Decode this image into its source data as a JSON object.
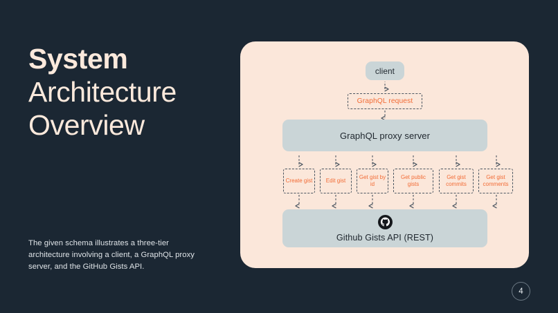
{
  "slide": {
    "background_color": "#1b2733",
    "page_number": "4"
  },
  "heading": {
    "line1": "System",
    "line2": "Architecture",
    "line3": "Overview"
  },
  "description": "The given schema illustrates a three-tier architecture involving a client, a GraphQL proxy server, and the GitHub Gists API.",
  "diagram": {
    "panel_color": "#fbe7da",
    "node_color": "#cad5d7",
    "accent_color": "#f26b35",
    "client": {
      "label": "client"
    },
    "request": {
      "label": "GraphQL request"
    },
    "proxy": {
      "label": "GraphQL proxy server"
    },
    "api": {
      "label": "Github Gists API (REST)",
      "icon": "github-icon"
    },
    "operations": [
      {
        "label": "Create gist"
      },
      {
        "label": "Edit gist"
      },
      {
        "label": "Get gist by id"
      },
      {
        "label": "Get public gists"
      },
      {
        "label": "Get gist commits"
      },
      {
        "label": "Get gist comments"
      }
    ]
  }
}
